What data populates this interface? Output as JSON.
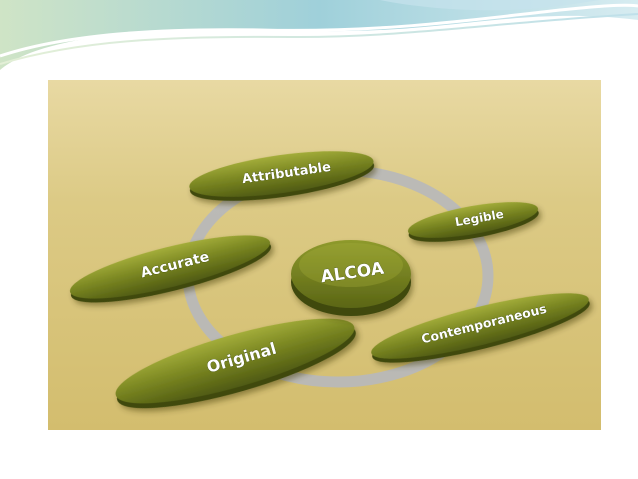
{
  "diagram": {
    "center": {
      "label": "ALCOA"
    },
    "nodes": [
      {
        "key": "attributable",
        "label": "Attributable"
      },
      {
        "key": "legible",
        "label": "Legible"
      },
      {
        "key": "contemporaneous",
        "label": "Contemporaneous"
      },
      {
        "key": "original",
        "label": "Original"
      },
      {
        "key": "accurate",
        "label": "Accurate"
      }
    ]
  },
  "colors": {
    "oval_light": "#a3ad3a",
    "oval_dark": "#4f5a12",
    "ring": "#b8b8b8",
    "panel": "#dcca85"
  }
}
